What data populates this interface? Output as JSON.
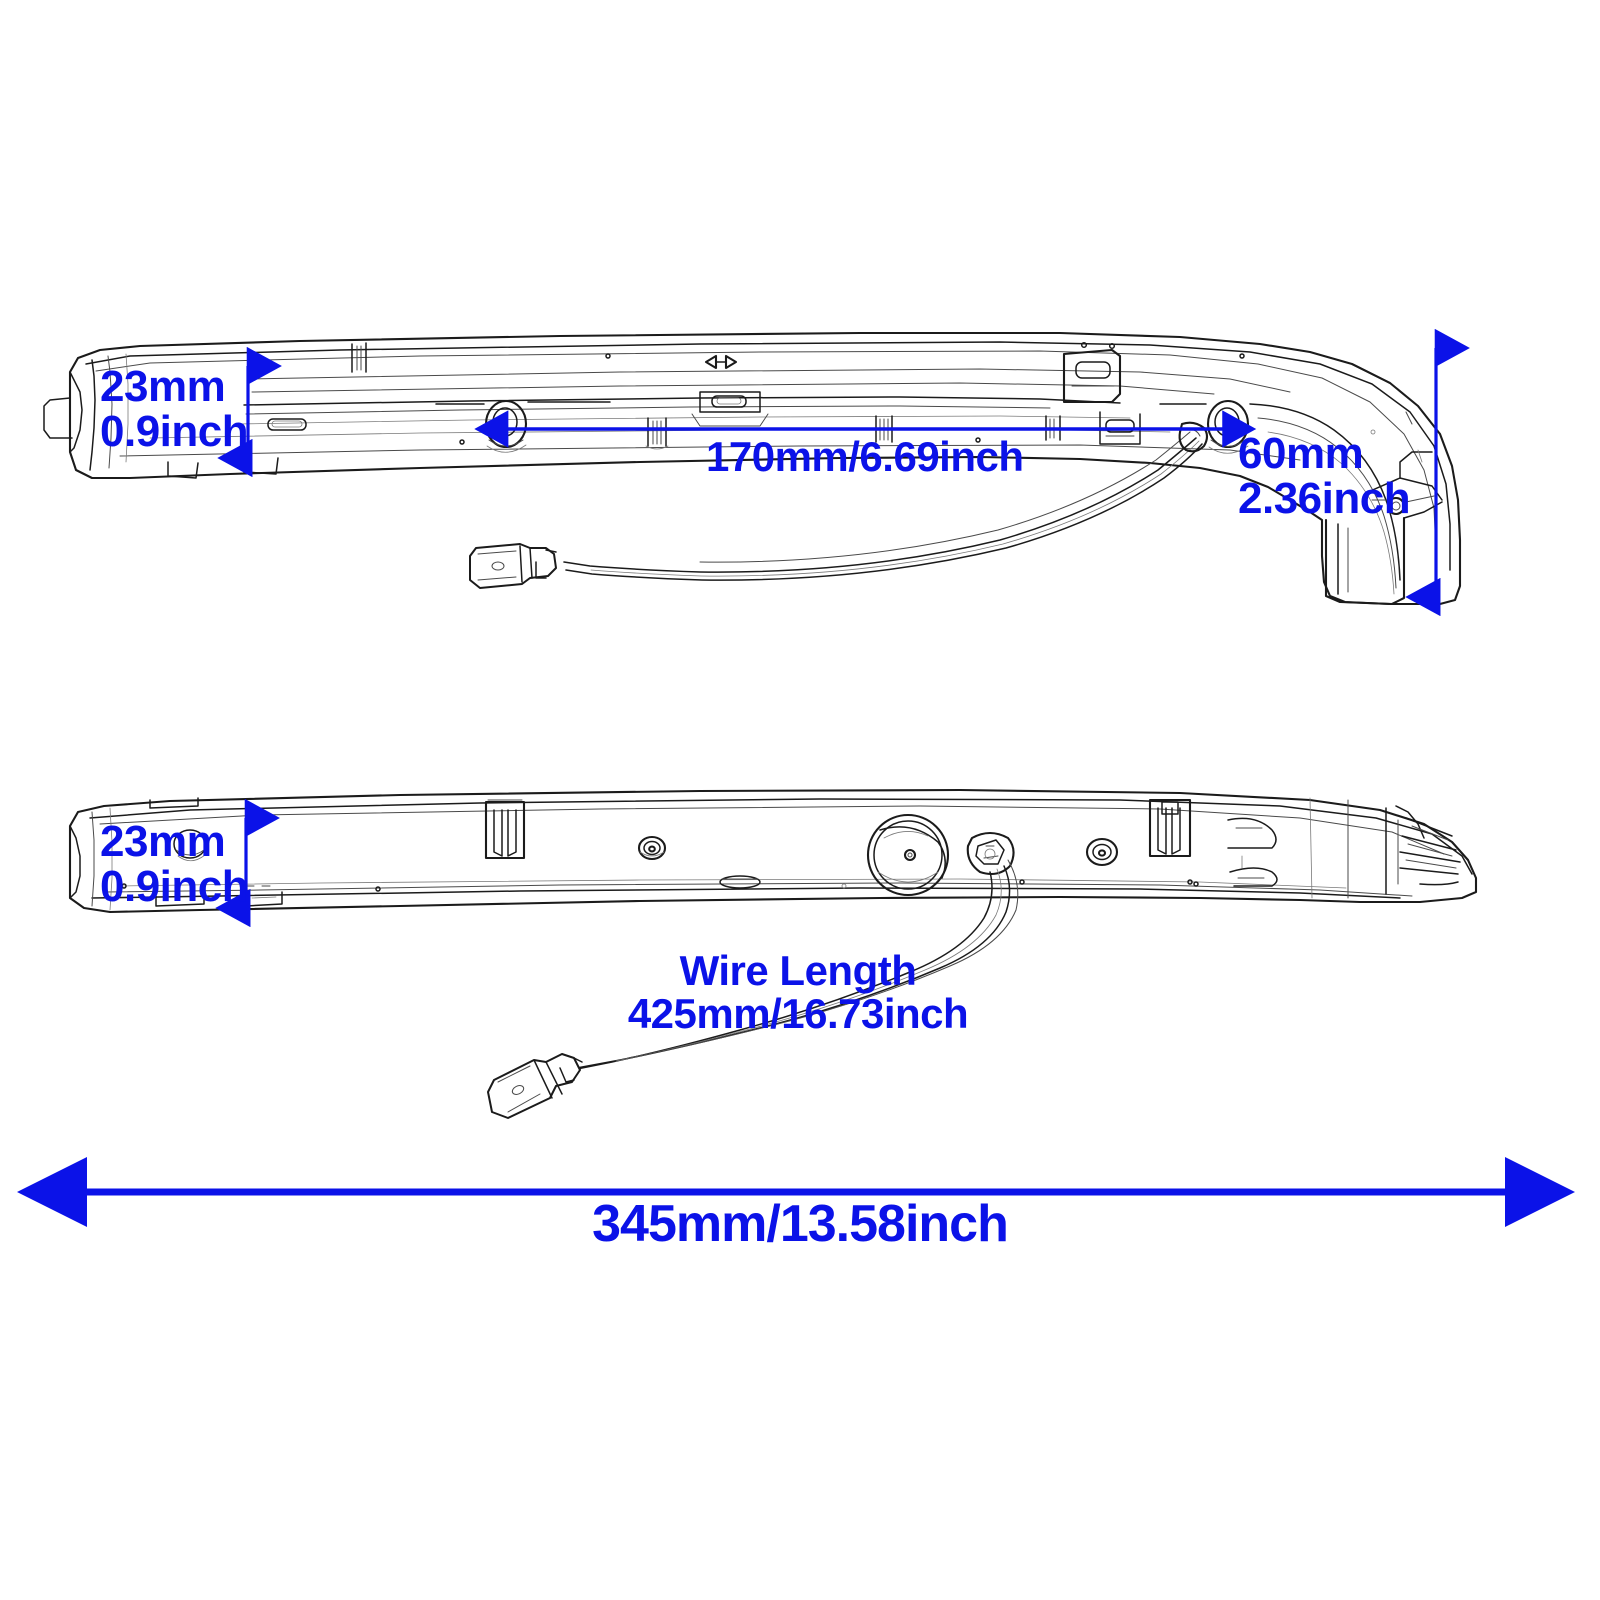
{
  "document": {
    "kind": "technical-dimension-drawing",
    "subject": "automotive trim molding with wiring harness",
    "background_color": "#ffffff",
    "line_color": "#1a1a1a",
    "annotation_color": "#0b12e8"
  },
  "views": [
    {
      "id": "side-view",
      "name": "Side profile view",
      "description": "Elongated trim molding seen edge-on with connector wire hanging below"
    },
    {
      "id": "back-view",
      "name": "Back / underside view",
      "description": "Flat underside of the trim molding showing mounting bosses, clips and wire exit"
    }
  ],
  "dimensions": {
    "height_top": {
      "label": "23mm\n0.9inch",
      "line1": "23mm",
      "line2": "0.9inch",
      "mm": 23,
      "inch": 0.9,
      "orientation": "vertical",
      "view": "side-view"
    },
    "hole_spacing": {
      "label": "170mm/6.69inch",
      "mm": 170,
      "inch": 6.69,
      "orientation": "horizontal",
      "view": "side-view"
    },
    "height_right": {
      "label": "60mm\n2.36inch",
      "line1": "60mm",
      "line2": "2.36inch",
      "mm": 60,
      "inch": 2.36,
      "orientation": "vertical",
      "view": "side-view"
    },
    "height_bottom": {
      "label": "23mm\n0.9inch",
      "line1": "23mm",
      "line2": "0.9inch",
      "mm": 23,
      "inch": 0.9,
      "orientation": "vertical",
      "view": "back-view"
    },
    "wire_length": {
      "label": "Wire Length\n425mm/16.73inch",
      "line1": "Wire Length",
      "line2": "425mm/16.73inch",
      "mm": 425,
      "inch": 16.73,
      "orientation": "callout",
      "view": "back-view"
    },
    "overall_length": {
      "label": "345mm/13.58inch",
      "mm": 345,
      "inch": 13.58,
      "orientation": "horizontal",
      "view": "overall"
    }
  }
}
